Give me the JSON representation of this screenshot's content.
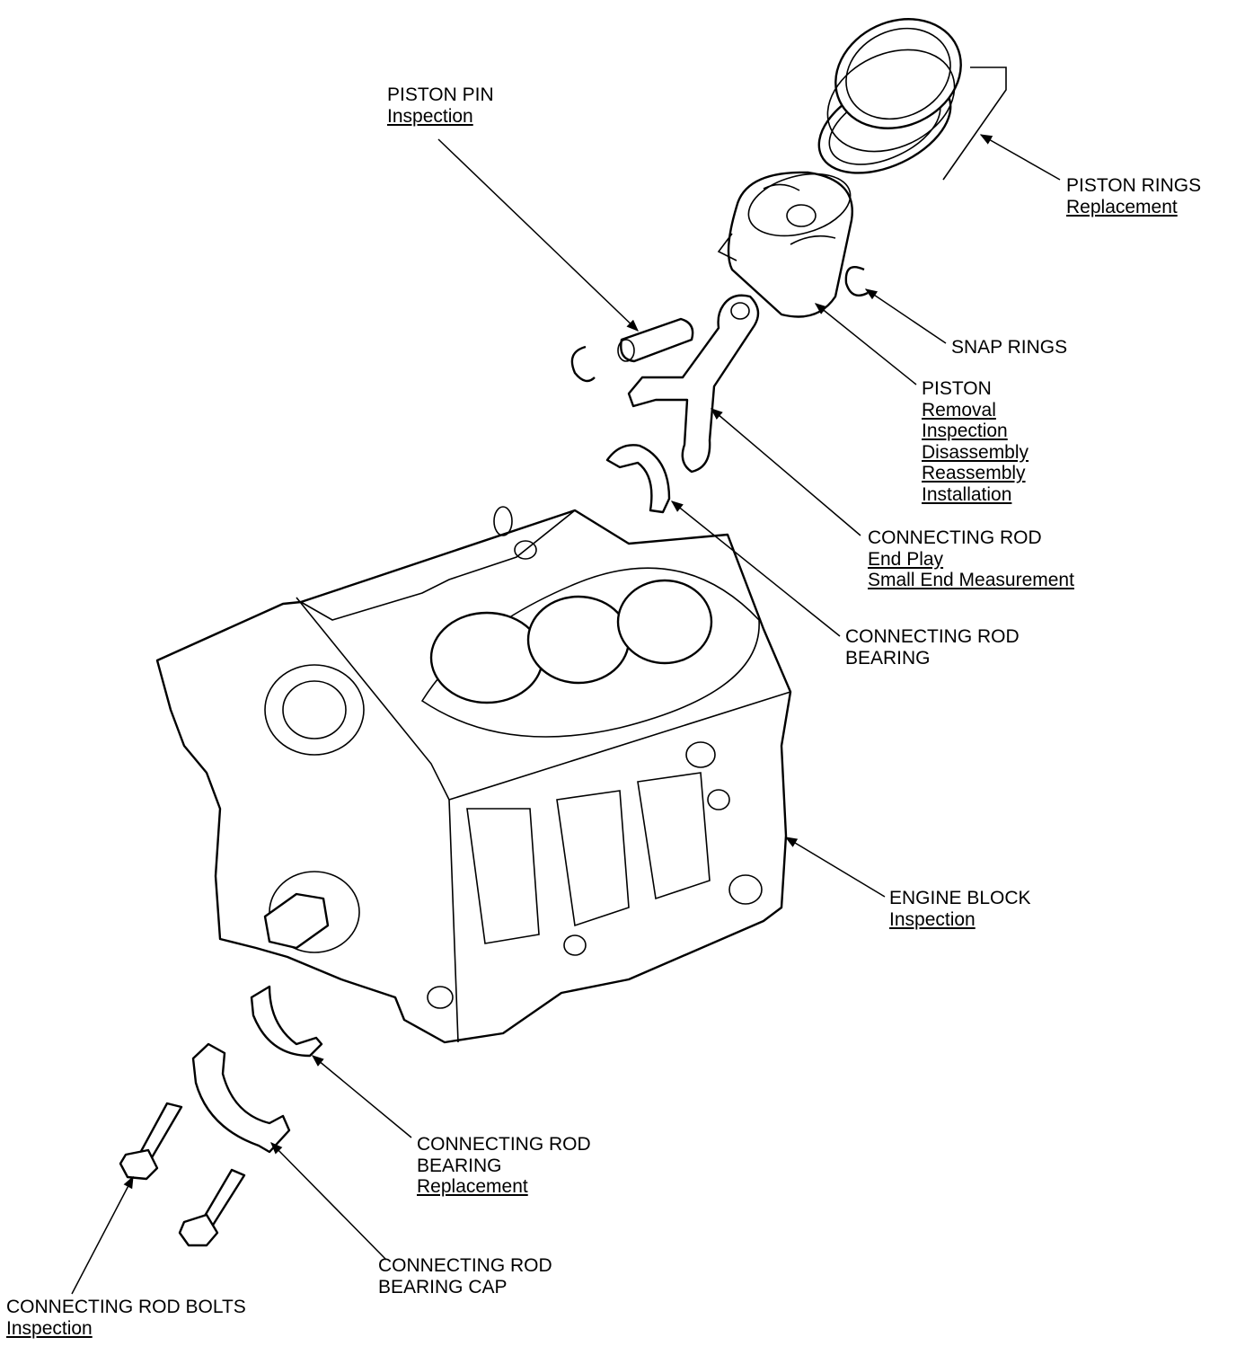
{
  "colors": {
    "line": "#000000",
    "background": "#ffffff"
  },
  "labels": {
    "piston_pin": {
      "title": "PISTON PIN",
      "links": [
        "Inspection"
      ]
    },
    "piston_rings": {
      "title": "PISTON RINGS",
      "links": [
        "Replacement"
      ]
    },
    "snap_rings": {
      "title": "SNAP RINGS",
      "links": []
    },
    "piston": {
      "title": "PISTON",
      "links": [
        "Removal",
        "Inspection",
        "Disassembly",
        "Reassembly",
        "Installation"
      ]
    },
    "connecting_rod": {
      "title": "CONNECTING ROD",
      "links": [
        "End Play",
        "Small End Measurement"
      ]
    },
    "connecting_rod_bearing_upper": {
      "title_lines": [
        "CONNECTING ROD",
        "BEARING"
      ],
      "links": []
    },
    "engine_block": {
      "title": "ENGINE BLOCK",
      "links": [
        "Inspection"
      ]
    },
    "connecting_rod_bearing_lower": {
      "title_lines": [
        "CONNECTING ROD",
        "BEARING"
      ],
      "links": [
        "Replacement"
      ]
    },
    "connecting_rod_bearing_cap": {
      "title_lines": [
        "CONNECTING ROD",
        "BEARING CAP"
      ],
      "links": []
    },
    "connecting_rod_bolts": {
      "title": "CONNECTING ROD BOLTS",
      "links": [
        "Inspection"
      ]
    }
  }
}
